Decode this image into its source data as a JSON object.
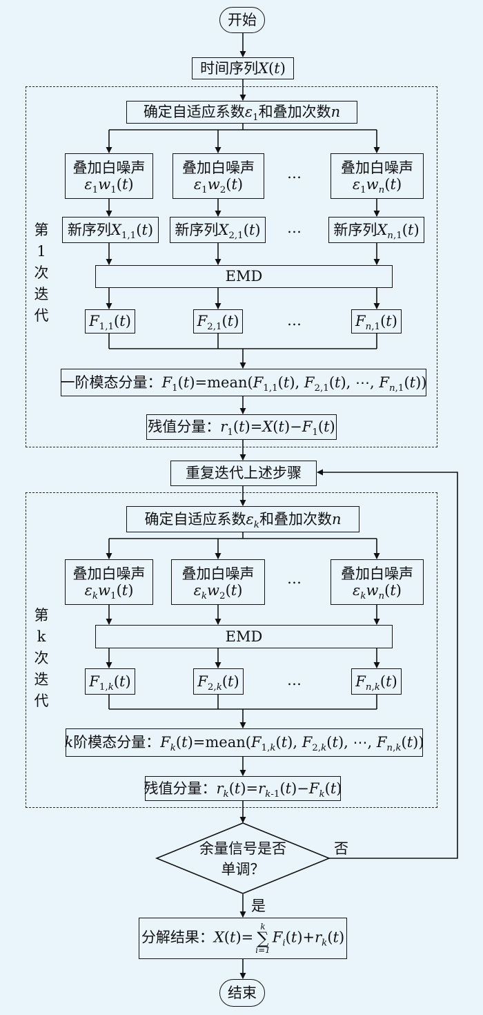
{
  "start": "开始",
  "end": "结束",
  "series": "时间序列X(t)",
  "repeat": "重复迭代上述步骤",
  "sidebar_1": "第\n1\n次\n迭\n代",
  "sidebar_k": "第\nk\n次\n迭\n代",
  "noise_label": "叠加白噪声",
  "ellipsis": "…",
  "emd": "EMD",
  "decision_line1": "余量信号是否",
  "decision_line2": "单调？",
  "yes": "是",
  "no": "否"
}
